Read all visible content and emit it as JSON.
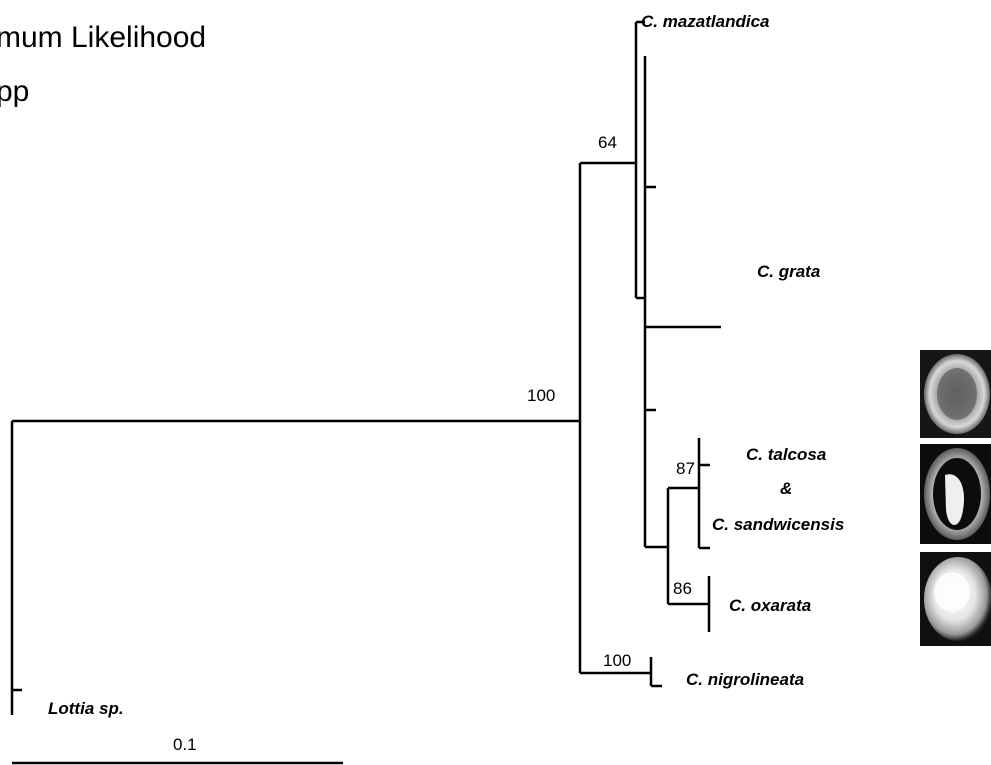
{
  "title_line1": "mum Likelihood",
  "title_line2": "pp",
  "taxa": {
    "mazatlandica": "C. mazatlandica",
    "grata": "C. grata",
    "talcosa": "C. talcosa",
    "amp": "&",
    "sandwicensis": "C. sandwicensis",
    "oxarata": "C. oxarata",
    "nigrolineata": "C. nigrolineata",
    "lottia": "Lottia sp."
  },
  "support": {
    "root_clade": "100",
    "grata_clade": "64",
    "talcosa_sandwicensis": "87",
    "oxarata": "86",
    "nigrolineata": "100"
  },
  "scale": {
    "label": "0.1",
    "value": 0.1
  },
  "shell_photos": [
    "shell-photo-top",
    "shell-photo-middle",
    "shell-photo-bottom"
  ]
}
